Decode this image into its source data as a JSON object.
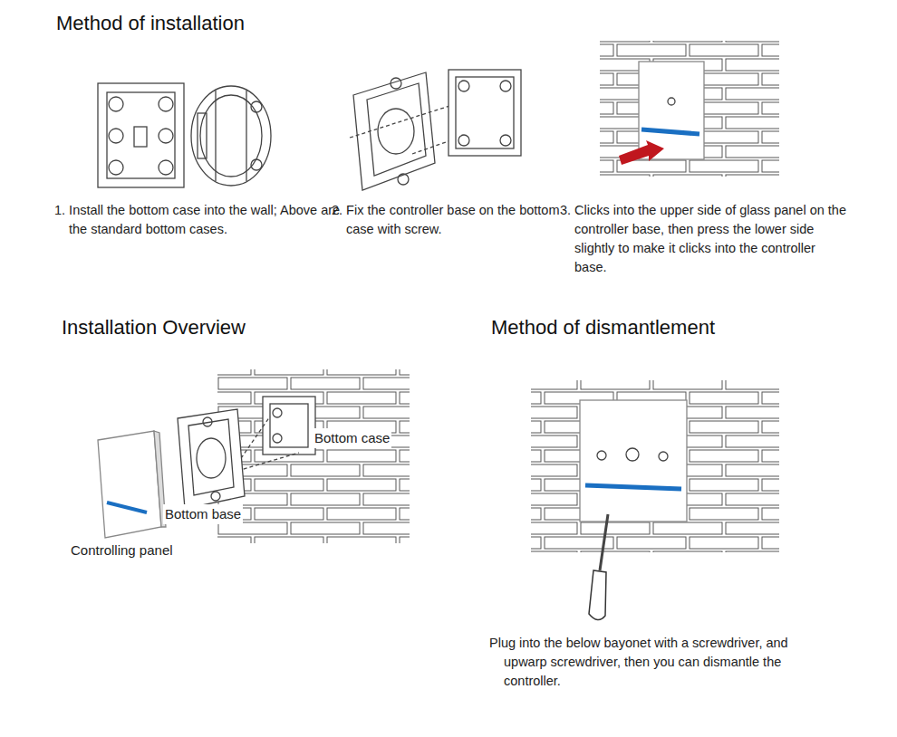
{
  "diagram": {
    "title": "Method of installation",
    "labels": [
      "1. Install the bottom case into the wall; Above are the standard bottom cases.",
      "2. Fix the controller base on the bottom case with screw.",
      "3. Clicks into the upper side of glass panel on the controller base, then press the lower side slightly to make it clicks into the controller base.",
      "Installation Overview",
      "Method of dismantlement",
      "Bottom case",
      "Bottom base",
      "Controlling panel",
      "Plug into the below bayonet with a screwdriver, and upwarp screwdriver, then you can dismantle the controller."
    ]
  }
}
